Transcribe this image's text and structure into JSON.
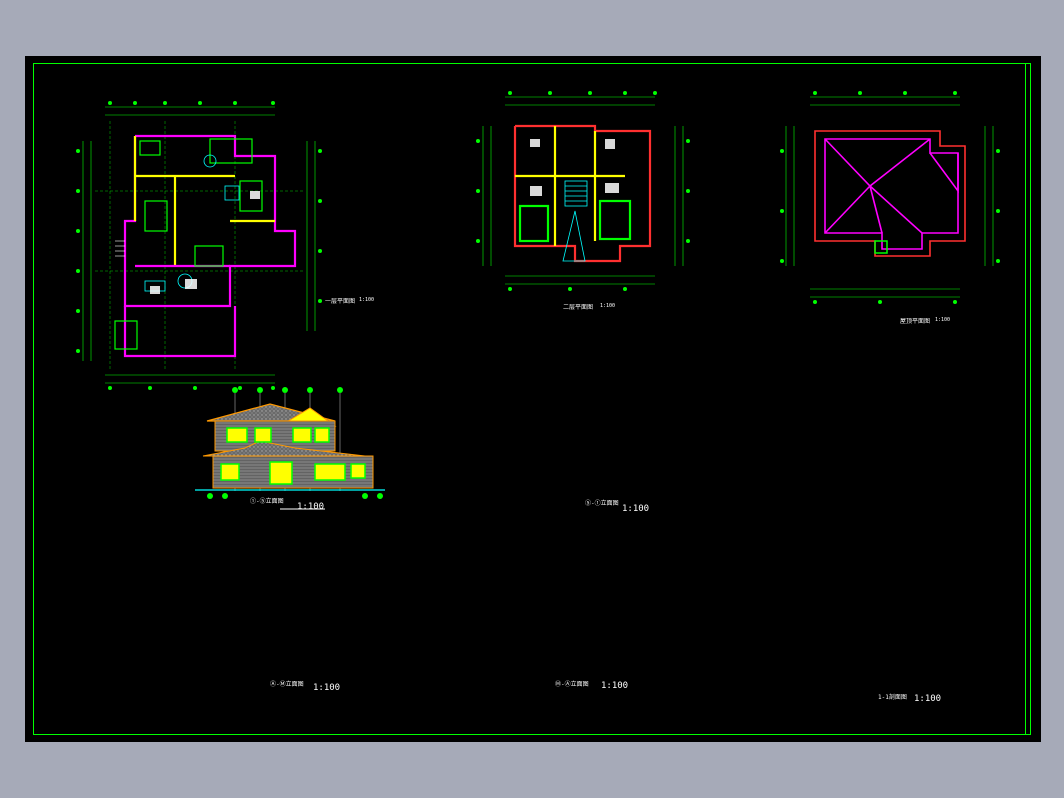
{
  "app": {
    "background": "#a6aab8",
    "canvas_color": "#000000",
    "frame_color": "#00ff00"
  },
  "sheets": {
    "plan1": {
      "title": "一层平面图",
      "scale": "1:100"
    },
    "plan2": {
      "title": "二层平面图",
      "scale": "1:100"
    },
    "roof": {
      "title": "屋顶平面图",
      "scale": "1:100"
    },
    "elev1": {
      "title": "①-⑤立面图",
      "scale": "1:100"
    },
    "elev2": {
      "title": "⑤-①立面图",
      "scale": "1:100"
    },
    "elev3": {
      "title": "Ⓐ-Ⓜ立面图",
      "scale": "1:100"
    },
    "elev4": {
      "title": "Ⓜ-Ⓐ立面图",
      "scale": "1:100"
    },
    "section": {
      "title": "1-1剖面图",
      "scale": "1:100"
    }
  },
  "colors": {
    "green": "#00ff00",
    "yellow": "#ffff00",
    "magenta": "#ff00ff",
    "cyan": "#00ffff",
    "red": "#ff3030",
    "orange": "#ff9900",
    "white": "#ffffff",
    "grey": "#8a8a8a"
  }
}
